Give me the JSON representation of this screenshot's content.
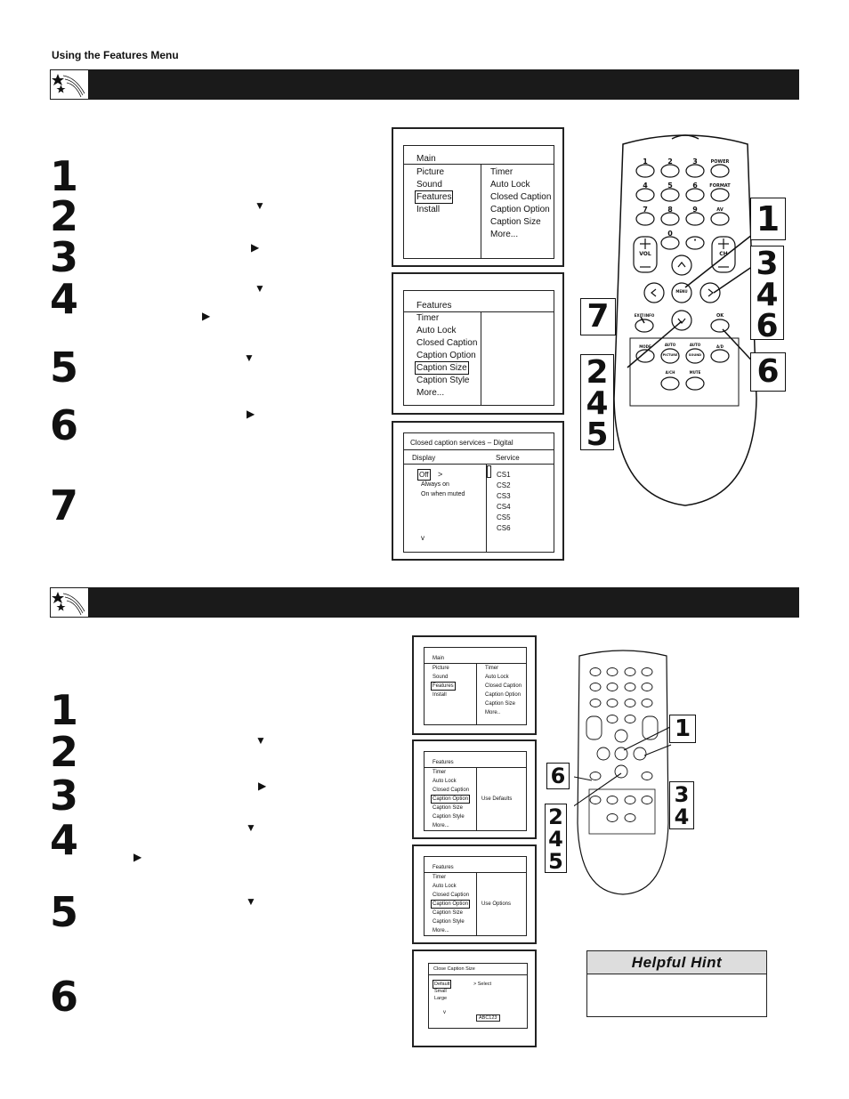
{
  "header": {
    "section_label": "Using the Features Menu"
  },
  "section1": {
    "step_numbers": [
      "1",
      "2",
      "3",
      "4",
      "5",
      "6",
      "7"
    ],
    "screen1": {
      "left_items": [
        "Main",
        "Picture",
        "Sound",
        "Features",
        "Install"
      ],
      "right_items": [
        "Timer",
        "Auto Lock",
        "Closed Caption",
        "Caption Option",
        "Caption Size",
        "More..."
      ]
    },
    "screen2": {
      "items": [
        "Features",
        "Timer",
        "Auto Lock",
        "Closed Caption",
        "Caption Option",
        "Caption Size",
        "Caption Style",
        "More..."
      ]
    },
    "screen3": {
      "title": "Closed caption services – Digital",
      "col_display": "Display",
      "col_service": "Service",
      "display_items": [
        "Off",
        "Always on",
        "On when muted"
      ],
      "display_arrow": ">",
      "down_arrow": "v",
      "services": [
        "CS1",
        "CS2",
        "CS3",
        "CS4",
        "CS5",
        "CS6"
      ]
    },
    "remote": {
      "buttons_row1": [
        "1",
        "2",
        "3",
        "POWER"
      ],
      "buttons_row2": [
        "4",
        "5",
        "6",
        "FORMAT"
      ],
      "buttons_row3": [
        "7",
        "8",
        "9",
        "AV"
      ],
      "button_0": "0",
      "button_dot": "·",
      "vol": "VOL",
      "ch": "CH",
      "menu": "MENU",
      "exit_info": "EXIT/INFO",
      "ok": "OK",
      "mode": "MODE",
      "auto_picture_top": "AUTO",
      "auto_picture": "PICTURE",
      "auto_sound_top": "AUTO",
      "auto_sound": "SOUND",
      "ad": "A/D",
      "ach": "A/CH",
      "mute": "MUTE",
      "callouts": [
        "1",
        "3",
        "4",
        "6",
        "7",
        "6",
        "2",
        "4",
        "5"
      ]
    }
  },
  "section2": {
    "step_numbers": [
      "1",
      "2",
      "3",
      "4",
      "5",
      "6"
    ],
    "screen1": {
      "left_items": [
        "Main",
        "Picture",
        "Sound",
        "Features",
        "Install"
      ],
      "right_items": [
        "Timer",
        "Auto Lock",
        "Closed Caption",
        "Caption Option",
        "Caption Size",
        "More.."
      ]
    },
    "screen2": {
      "items": [
        "Features",
        "Timer",
        "Auto Lock",
        "Closed Caption",
        "Caption Option",
        "Caption Size",
        "Caption Style",
        "More..."
      ],
      "right_value": "Use Defaults"
    },
    "screen3": {
      "items": [
        "Features",
        "Timer",
        "Auto Lock",
        "Closed Caption",
        "Caption Option",
        "Caption Size",
        "Caption Style",
        "More..."
      ],
      "right_value": "Use Options"
    },
    "screen4": {
      "title": "Close Caption Size",
      "items": [
        "Default",
        "Small",
        "Large"
      ],
      "select_label": "> Select",
      "down_arrow": "v",
      "sample": "ABC123"
    },
    "remote": {
      "callouts": [
        "1",
        "6",
        "3",
        "4",
        "2",
        "4",
        "5"
      ]
    }
  },
  "hint": {
    "title": "Helpful Hint"
  }
}
